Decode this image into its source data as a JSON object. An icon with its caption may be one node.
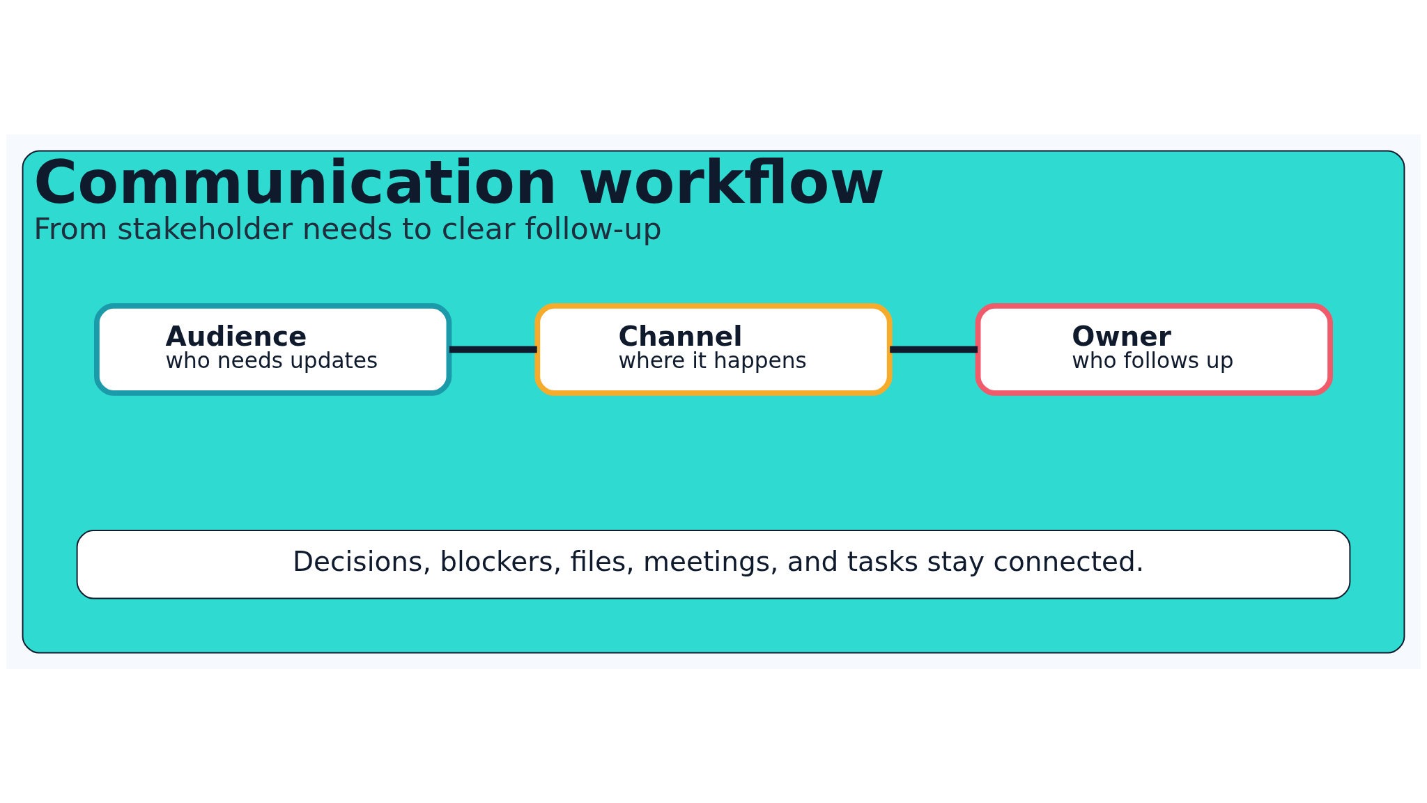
{
  "diagram": {
    "nodes": [
      {
        "text": [
          "Communication workflow",
          "From stakeholder needs to clear follow-up"
        ]
      },
      {
        "text": [
          "Audience",
          "who needs updates"
        ],
        "in": 0
      },
      {
        "text": [
          "Channel",
          "where it happens"
        ],
        "in": 0
      },
      {
        "text": [
          "Owner",
          "who follows up"
        ],
        "in": 0
      },
      {
        "text": [
          "Decisions, blockers, files, meetings, and tasks stay connected."
        ],
        "in": 0
      }
    ],
    "edges": [
      {
        "from": 1,
        "to": 2,
        "arrow": "none"
      },
      {
        "from": 2,
        "to": 3,
        "arrow": "none"
      }
    ]
  }
}
